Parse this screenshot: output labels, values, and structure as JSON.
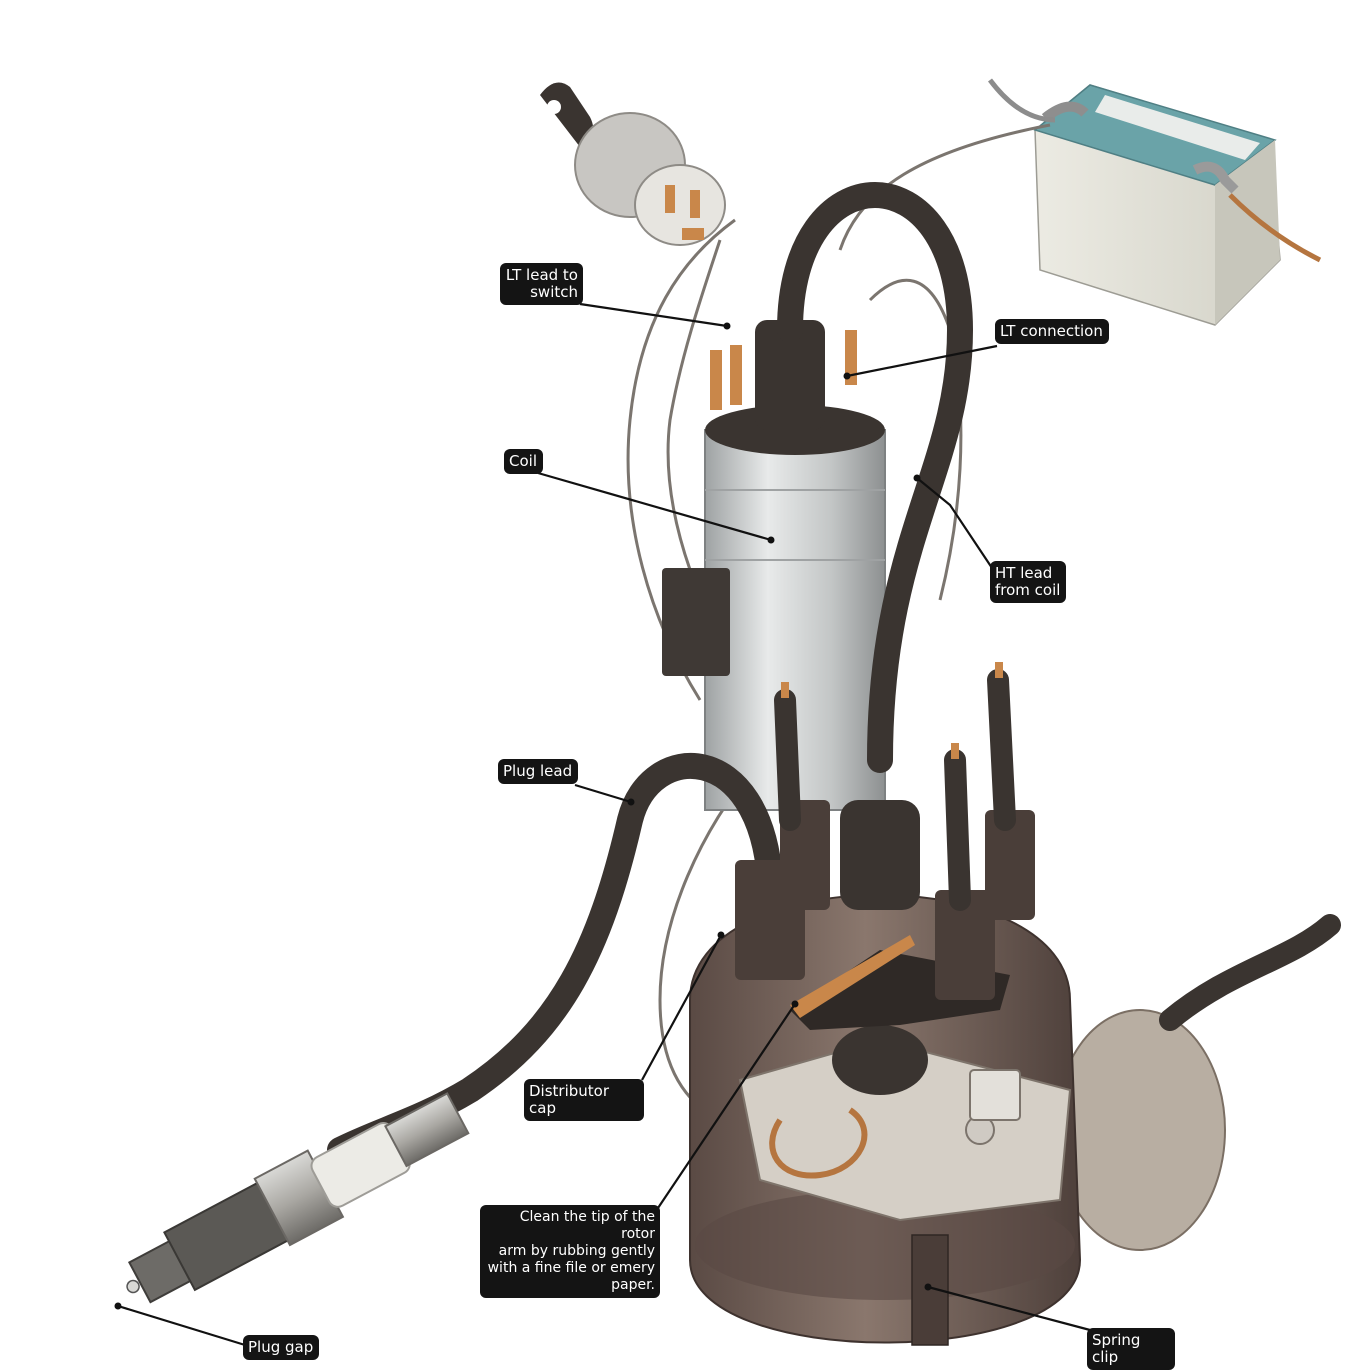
{
  "labels": {
    "lt_lead_switch": "LT lead to\nswitch",
    "lt_connection": "LT connection",
    "coil": "Coil",
    "ht_lead": "HT lead\nfrom coil",
    "plug_lead": "Plug lead",
    "distributor_cap": "Distributor cap",
    "rotor_tip": "Clean the tip of the rotor\narm by rubbing gently\nwith a fine file or emery\npaper.",
    "plug_gap": "Plug gap",
    "spring_clip": "Spring clip"
  },
  "colors": {
    "label_bg": "#141414",
    "leader": "#111111",
    "lead_dark": "#3a3430",
    "coil_silver": "#cfd2d2",
    "battery_lid": "#6aa3a8",
    "distributor_body": "#6b5a52",
    "copper": "#c9874a"
  }
}
